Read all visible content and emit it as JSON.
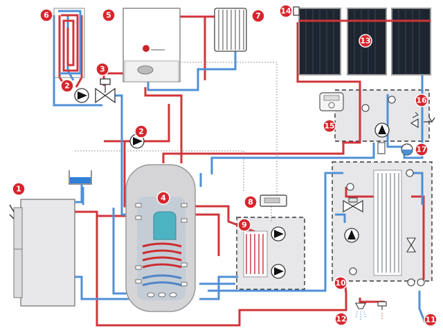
{
  "diagram": {
    "labels": [
      {
        "id": "1",
        "text": "1",
        "part": "solid-fuel-boiler"
      },
      {
        "id": "2a",
        "text": "2",
        "part": "circulation-pump-floor"
      },
      {
        "id": "2b",
        "text": "2",
        "part": "circulation-pump-boiler"
      },
      {
        "id": "3",
        "text": "3",
        "part": "mixing-valve"
      },
      {
        "id": "4",
        "text": "4",
        "part": "storage-tank"
      },
      {
        "id": "5",
        "text": "5",
        "part": "wall-gas-boiler"
      },
      {
        "id": "6",
        "text": "6",
        "part": "underfloor-heating"
      },
      {
        "id": "7",
        "text": "7",
        "part": "radiator"
      },
      {
        "id": "8",
        "text": "8",
        "part": "control-unit"
      },
      {
        "id": "9",
        "text": "9",
        "part": "heat-exchange-module"
      },
      {
        "id": "10",
        "text": "10",
        "part": "fresh-water-module"
      },
      {
        "id": "11",
        "text": "11",
        "part": "cold-water-inlet"
      },
      {
        "id": "12",
        "text": "12",
        "part": "hot-water-outlets"
      },
      {
        "id": "13",
        "text": "13",
        "part": "solar-collectors"
      },
      {
        "id": "14",
        "text": "14",
        "part": "collector-sensor"
      },
      {
        "id": "15",
        "text": "15",
        "part": "solar-controller"
      },
      {
        "id": "16",
        "text": "16",
        "part": "solar-station"
      },
      {
        "id": "17",
        "text": "17",
        "part": "expansion-vessel"
      }
    ],
    "colors": {
      "hot_pipe": "#d0343a",
      "cold_pipe": "#4f8fd6",
      "badge": "#d6262d",
      "module_fill": "#e7e7e9",
      "collector": "#1d2530"
    }
  }
}
